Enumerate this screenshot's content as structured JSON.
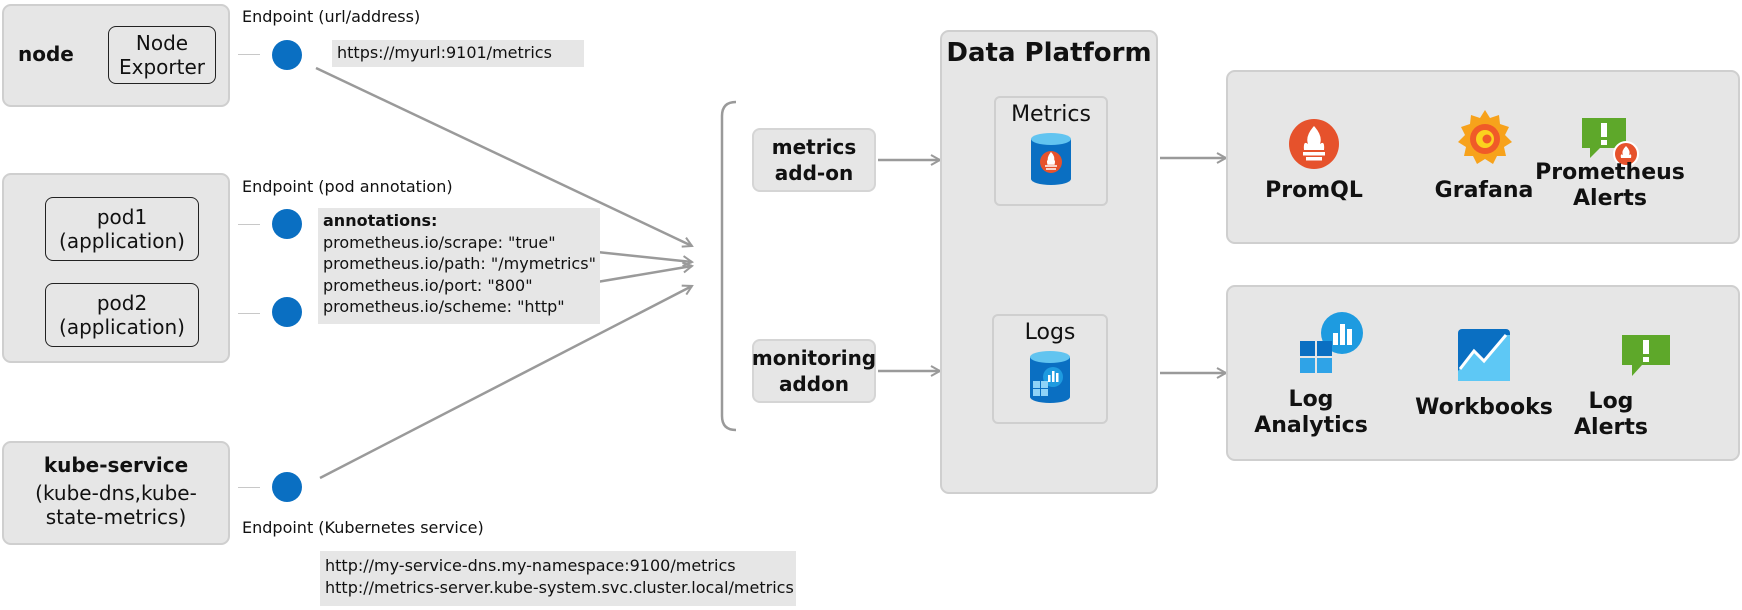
{
  "sources": {
    "node": {
      "label": "node",
      "exporter": "Node Exporter"
    },
    "pods": {
      "pod1": "pod1 (application)",
      "pod2": "pod2 (application)"
    },
    "kube": {
      "title": "kube-service",
      "detail": "(kube-dns,kube-state-metrics)"
    }
  },
  "endpoints": {
    "url": {
      "label": "Endpoint (url/address)",
      "value": "https://myurl:9101/metrics"
    },
    "pod": {
      "label": "Endpoint (pod annotation)",
      "heading": "annotations:",
      "lines": [
        "prometheus.io/scrape: \"true\"",
        "prometheus.io/path: \"/mymetrics\"",
        "prometheus.io/port: \"800\"",
        "prometheus.io/scheme: \"http\""
      ]
    },
    "service": {
      "label": "Endpoint (Kubernetes service)",
      "lines": [
        "http://my-service-dns.my-namespace:9100/metrics",
        "http://metrics-server.kube-system.svc.cluster.local/metrics"
      ]
    }
  },
  "addons": {
    "metrics": "metrics add-on",
    "monitoring": "monitoring addon"
  },
  "platform": {
    "title": "Data Platform",
    "metrics": "Metrics",
    "logs": "Logs"
  },
  "metric_tools": [
    {
      "icon": "prometheus-icon",
      "label": "PromQL"
    },
    {
      "icon": "grafana-icon",
      "label": "Grafana"
    },
    {
      "icon": "prometheus-alerts-icon",
      "label": "Prometheus Alerts"
    }
  ],
  "log_tools": [
    {
      "icon": "log-analytics-icon",
      "label": "Log Analytics"
    },
    {
      "icon": "workbooks-icon",
      "label": "Workbooks"
    },
    {
      "icon": "log-alerts-icon",
      "label": "Log Alerts"
    }
  ],
  "colors": {
    "endpoint": "#0a6fc2",
    "panel": "#e6e6e6",
    "arrow": "#9a9a9a",
    "prometheus": "#e6522c",
    "alert": "#5ea82a"
  }
}
